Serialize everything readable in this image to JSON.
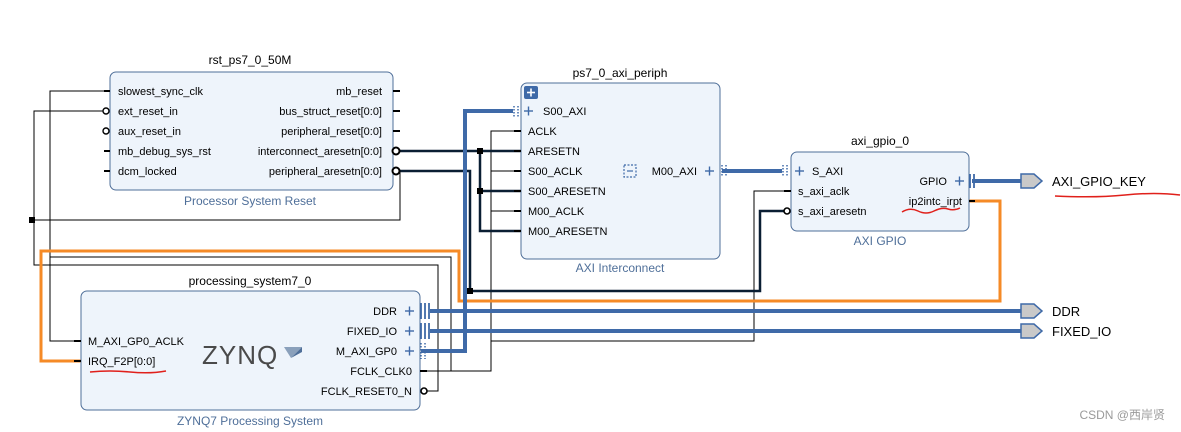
{
  "blocks": {
    "rst": {
      "name": "rst_ps7_0_50M",
      "type": "Processor System Reset",
      "left_ports": [
        "slowest_sync_clk",
        "ext_reset_in",
        "aux_reset_in",
        "mb_debug_sys_rst",
        "dcm_locked"
      ],
      "right_ports": [
        "mb_reset",
        "bus_struct_reset[0:0]",
        "peripheral_reset[0:0]",
        "interconnect_aresetn[0:0]",
        "peripheral_aresetn[0:0]"
      ]
    },
    "periph": {
      "name": "ps7_0_axi_periph",
      "type": "AXI Interconnect",
      "left_ports": [
        "S00_AXI",
        "ACLK",
        "ARESETN",
        "S00_ACLK",
        "S00_ARESETN",
        "M00_ACLK",
        "M00_ARESETN"
      ],
      "right_port": "M00_AXI"
    },
    "gpio": {
      "name": "axi_gpio_0",
      "type": "AXI GPIO",
      "left_ports": [
        "S_AXI",
        "s_axi_aclk",
        "s_axi_aresetn"
      ],
      "right_ports": [
        "GPIO",
        "ip2intc_irpt"
      ]
    },
    "ps7": {
      "name": "processing_system7_0",
      "type": "ZYNQ7 Processing System",
      "logo": "ZYNQ",
      "left_ports": [
        "M_AXI_GP0_ACLK",
        "IRQ_F2P[0:0]"
      ],
      "right_ports": [
        "DDR",
        "FIXED_IO",
        "M_AXI_GP0",
        "FCLK_CLK0",
        "FCLK_RESET0_N"
      ]
    }
  },
  "external_ports": [
    "AXI_GPIO_KEY",
    "DDR",
    "FIXED_IO"
  ],
  "watermark": "CSDN @西岸贤",
  "colors": {
    "bus": "#3f6aa8",
    "block_fill": "#eef4fb",
    "block_border": "#4f6f99",
    "highlight_wire": "#f58a26",
    "annotation": "#e0201b"
  }
}
